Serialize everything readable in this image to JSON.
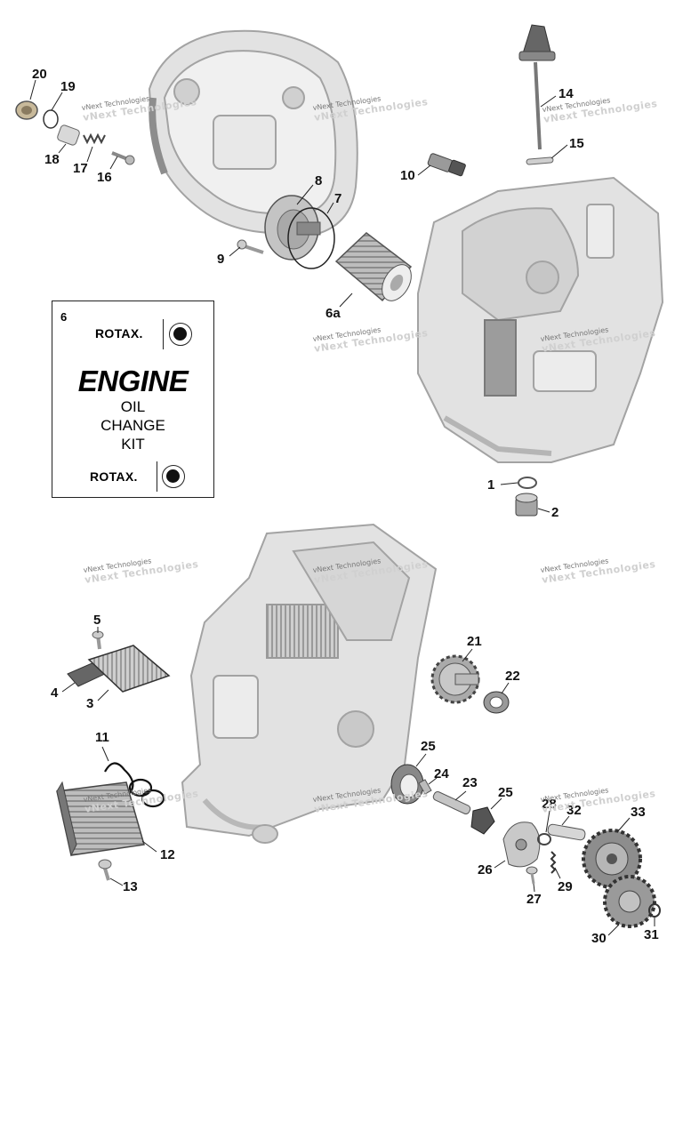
{
  "callouts": [
    {
      "id": "20",
      "text": "20"
    },
    {
      "id": "19",
      "text": "19"
    },
    {
      "id": "18",
      "text": "18"
    },
    {
      "id": "17",
      "text": "17"
    },
    {
      "id": "16",
      "text": "16"
    },
    {
      "id": "14",
      "text": "14"
    },
    {
      "id": "15",
      "text": "15"
    },
    {
      "id": "10",
      "text": "10"
    },
    {
      "id": "8",
      "text": "8"
    },
    {
      "id": "7",
      "text": "7"
    },
    {
      "id": "9",
      "text": "9"
    },
    {
      "id": "6a",
      "text": "6a"
    },
    {
      "id": "1",
      "text": "1"
    },
    {
      "id": "2",
      "text": "2"
    },
    {
      "id": "5",
      "text": "5"
    },
    {
      "id": "4",
      "text": "4"
    },
    {
      "id": "3",
      "text": "3"
    },
    {
      "id": "21",
      "text": "21"
    },
    {
      "id": "22",
      "text": "22"
    },
    {
      "id": "11",
      "text": "11"
    },
    {
      "id": "12",
      "text": "12"
    },
    {
      "id": "13",
      "text": "13"
    },
    {
      "id": "25a",
      "text": "25"
    },
    {
      "id": "24",
      "text": "24"
    },
    {
      "id": "23",
      "text": "23"
    },
    {
      "id": "25b",
      "text": "25"
    },
    {
      "id": "28",
      "text": "28"
    },
    {
      "id": "32",
      "text": "32"
    },
    {
      "id": "33",
      "text": "33"
    },
    {
      "id": "26",
      "text": "26"
    },
    {
      "id": "29",
      "text": "29"
    },
    {
      "id": "27",
      "text": "27"
    },
    {
      "id": "30",
      "text": "30"
    },
    {
      "id": "31",
      "text": "31"
    }
  ],
  "kit": {
    "number": "6",
    "brand_top": "ROTAX.",
    "title": "ENGINE",
    "line1": "OIL",
    "line2": "CHANGE",
    "line3": "KIT",
    "brand_bottom": "ROTAX."
  },
  "watermark": {
    "text": "vNext Technologies",
    "big": "vNext Technologies"
  },
  "colors": {
    "part_fill": "#d9d9d9",
    "part_stroke": "#8a8a8a",
    "dark_part": "#6e6e6e",
    "leader": "#222222"
  }
}
